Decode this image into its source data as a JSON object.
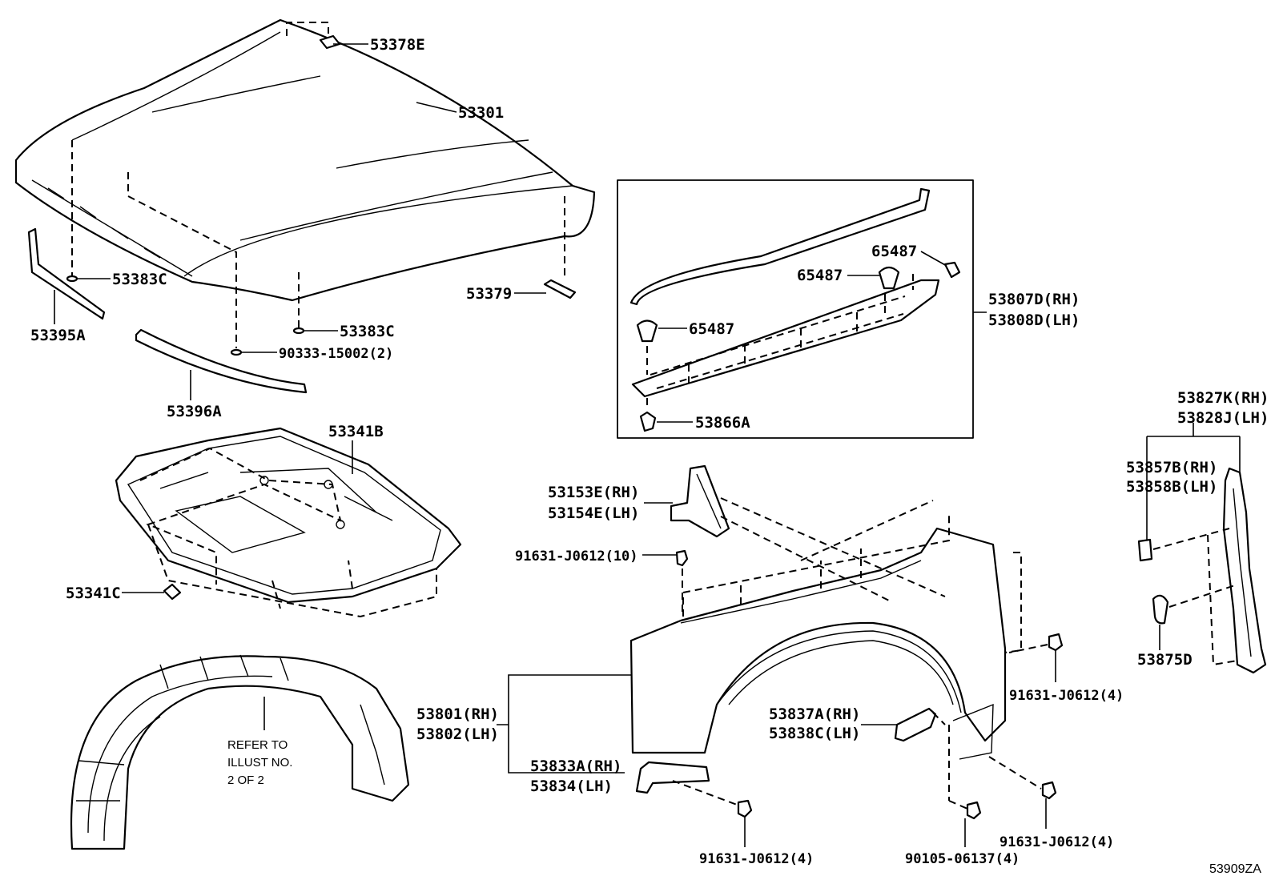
{
  "diagram_code": "53909ZA",
  "labels": {
    "p53378E": "53378E",
    "p53301": "53301",
    "p53383C_a": "53383C",
    "p53383C_b": "53383C",
    "p53395A": "53395A",
    "p90333": "90333-15002(2)",
    "p53396A": "53396A",
    "p53379": "53379",
    "p53341B": "53341B",
    "p53341C": "53341C",
    "p65487_a": "65487",
    "p65487_b": "65487",
    "p65487_c": "65487",
    "p53807D": "53807D(RH)",
    "p53808D": "53808D(LH)",
    "p53866A": "53866A",
    "p53153E": "53153E(RH)",
    "p53154E": "53154E(LH)",
    "p91631_10": "91631-J0612(10)",
    "p53827K": "53827K(RH)",
    "p53828J": "53828J(LH)",
    "p53857B": "53857B(RH)",
    "p53858B": "53858B(LH)",
    "p53875D": "53875D",
    "p91631_4a": "91631-J0612(4)",
    "p53801": "53801(RH)",
    "p53802": "53802(LH)",
    "p53837A": "53837A(RH)",
    "p53838C": "53838C(LH)",
    "p53833A": "53833A(RH)",
    "p53834": "53834(LH)",
    "p91631_4b": "91631-J0612(4)",
    "p90105": "90105-06137(4)",
    "p91631_4c": "91631-J0612(4)"
  },
  "note": {
    "line1": "REFER TO",
    "line2": "ILLUST NO.",
    "line3": "2 OF 2"
  }
}
